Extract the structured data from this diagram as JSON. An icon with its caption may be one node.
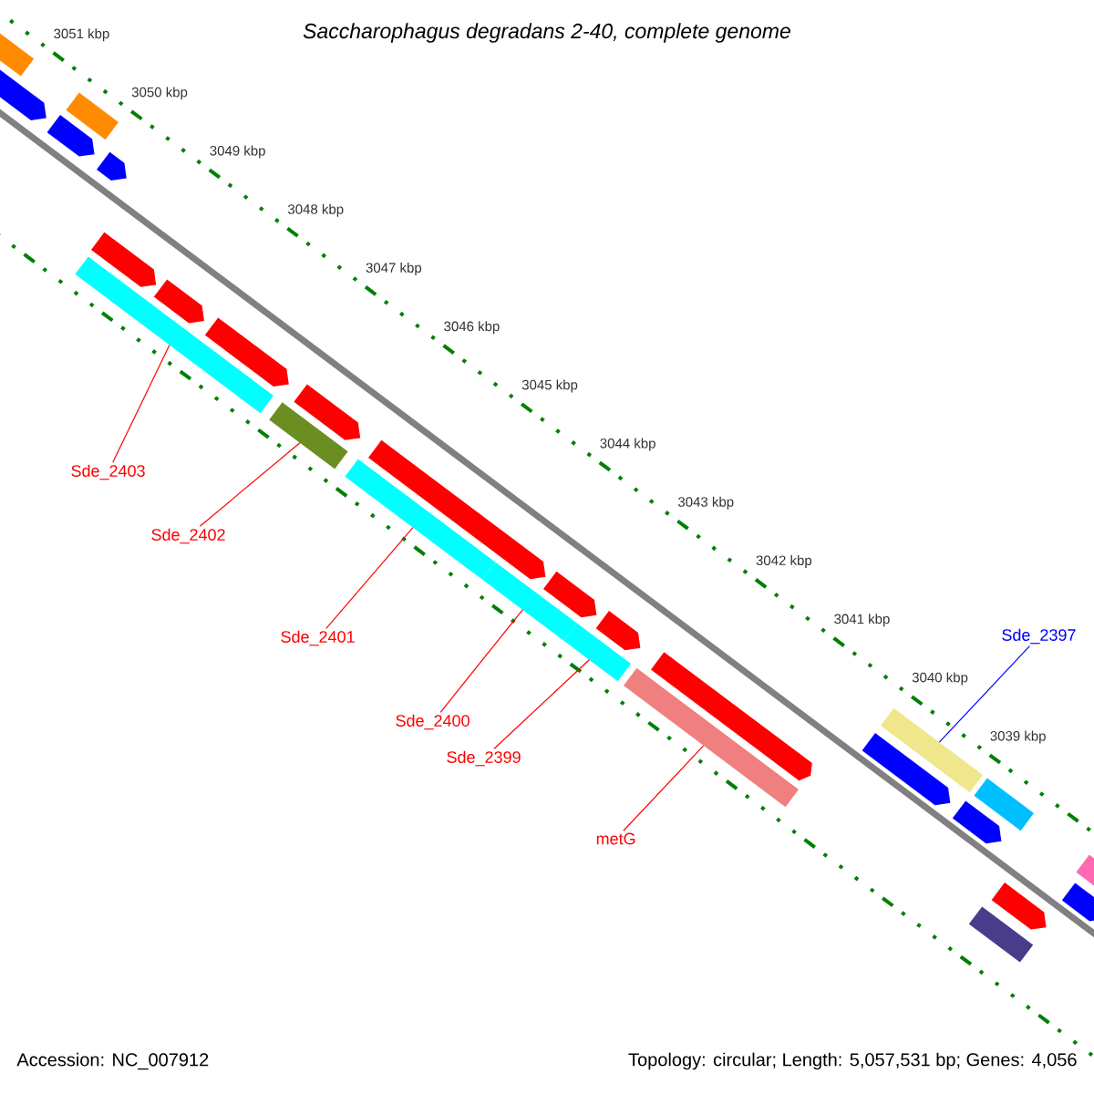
{
  "diagram": {
    "title": "Saccharophagus degradans 2-40, complete genome",
    "nodes": [
      {
        "text": [
          "Sde_2403"
        ]
      },
      {
        "text": [
          "Sde_2402"
        ]
      },
      {
        "text": [
          "Sde_2401"
        ]
      },
      {
        "text": [
          "Sde_2400"
        ]
      },
      {
        "text": [
          "Sde_2399"
        ]
      },
      {
        "text": [
          "metG"
        ]
      },
      {
        "text": [
          "Sde_2397"
        ]
      },
      {
        "text": [],
        "shape": "bar"
      },
      {
        "text": [],
        "shape": "bar"
      },
      {
        "text": [],
        "shape": "bar"
      },
      {
        "text": [],
        "shape": "bar"
      },
      {
        "text": [],
        "shape": "bar"
      },
      {
        "text": [],
        "shape": "bar"
      },
      {
        "text": [],
        "shape": "bar"
      },
      {
        "text": [],
        "shape": "bar"
      }
    ],
    "edges": [
      {
        "from": 0,
        "to": 7,
        "arrow": "none"
      },
      {
        "from": 1,
        "to": 8,
        "arrow": "none"
      },
      {
        "from": 2,
        "to": 9,
        "arrow": "none"
      },
      {
        "from": 3,
        "to": 10,
        "arrow": "none"
      },
      {
        "from": 4,
        "to": 11,
        "arrow": "none"
      },
      {
        "from": 5,
        "to": 12,
        "arrow": "none"
      },
      {
        "from": 6,
        "to": 14,
        "arrow": "none",
        "color": "#0000ff"
      }
    ],
    "labels": [
      "3051 kbp",
      "3050 kbp",
      "3049 kbp",
      "3048 kbp",
      "3047 kbp",
      "3046 kbp",
      "3045 kbp",
      "3044 kbp",
      "3043 kbp",
      "3042 kbp",
      "3041 kbp",
      "3040 kbp",
      "3039 kbp",
      "Accession: NC_007912",
      "Topology: circular; Length: 5,057,531 bp; Genes: 4,056"
    ]
  }
}
